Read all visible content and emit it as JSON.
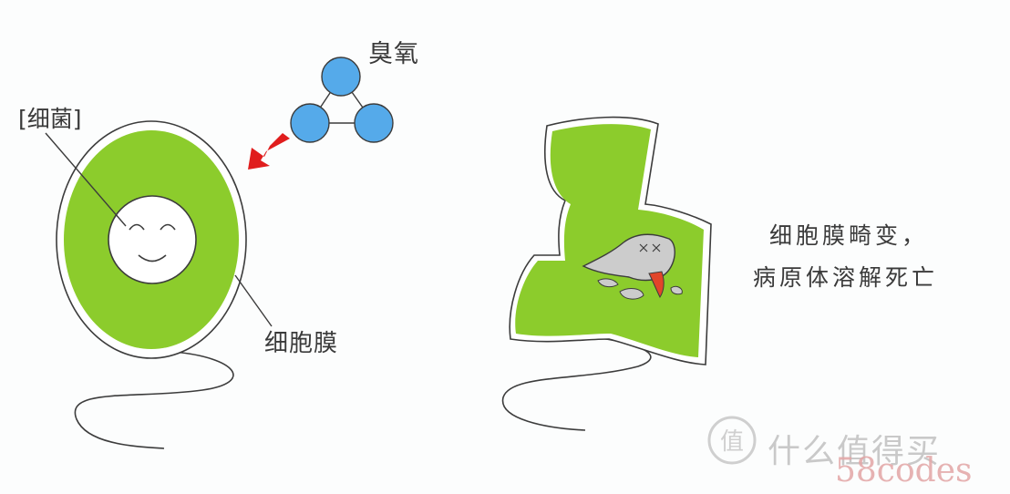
{
  "labels": {
    "ozone": "臭氧",
    "bacteria": "[细菌]",
    "cell_membrane": "细胞膜",
    "result_line1": "细胞膜畸变，",
    "result_line2": "病原体溶解死亡"
  },
  "watermark": {
    "site_name": "什么值得买",
    "code_mark": "58codes",
    "logo_glyph": "值"
  },
  "colors": {
    "membrane_green": "#8ccc2c",
    "cell_outline": "#3c3c3c",
    "ozone_blue": "#55aaea",
    "arrow_red": "#e01d1d",
    "cytoplasm_gray": "#cccccc",
    "tongue_red": "#e2452a"
  },
  "icons": {
    "ozone_molecule": "ozone-molecule-icon",
    "attack_arrow": "arrow-icon",
    "happy_face": "smiling-face-icon",
    "dead_face": "dead-face-icon"
  }
}
